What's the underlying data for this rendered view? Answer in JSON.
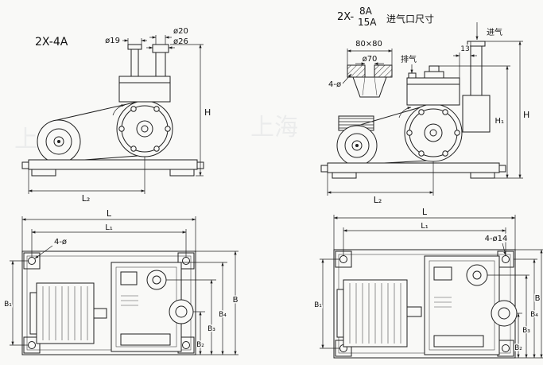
{
  "drawing": {
    "watermark": "上海",
    "side_view_2x4a": {
      "model_label": "2X-4A",
      "inlet_diameter": "ø19",
      "exhaust_inner_diameter": "ø20",
      "exhaust_outer_diameter": "ø26",
      "height_dim": "H",
      "length_dim": "L₂"
    },
    "side_view_2x8a_15a": {
      "model_prefix": "2X-",
      "model_variant_top": "8A",
      "model_variant_bottom": "15A",
      "inlet_port_title": "进气口尺寸",
      "port_square_dim": "80×80",
      "port_bore_dim": "ø70",
      "port_holes_dim": "4-ø",
      "exhaust_label": "排气",
      "intake_label": "进气",
      "offset_dim": "13",
      "height_dim": "H",
      "height_dim_h1": "H₁",
      "length_dim": "L₂"
    },
    "plan_view_2x4a": {
      "length_dim": "L",
      "length_dim_l1": "L₁",
      "holes_dim": "4-ø",
      "width_dim": "B",
      "width_dim_b1": "B₁",
      "width_dim_b2": "B₂",
      "width_dim_b3": "B₃",
      "width_dim_b4": "B₄"
    },
    "plan_view_2x8a_15a": {
      "length_dim": "L",
      "length_dim_l1": "L₁",
      "holes_dim": "4-ø14",
      "width_dim": "B",
      "width_dim_b1": "B₁",
      "width_dim_b2": "B₂",
      "width_dim_b3": "B₃",
      "width_dim_b4": "B₄"
    }
  }
}
